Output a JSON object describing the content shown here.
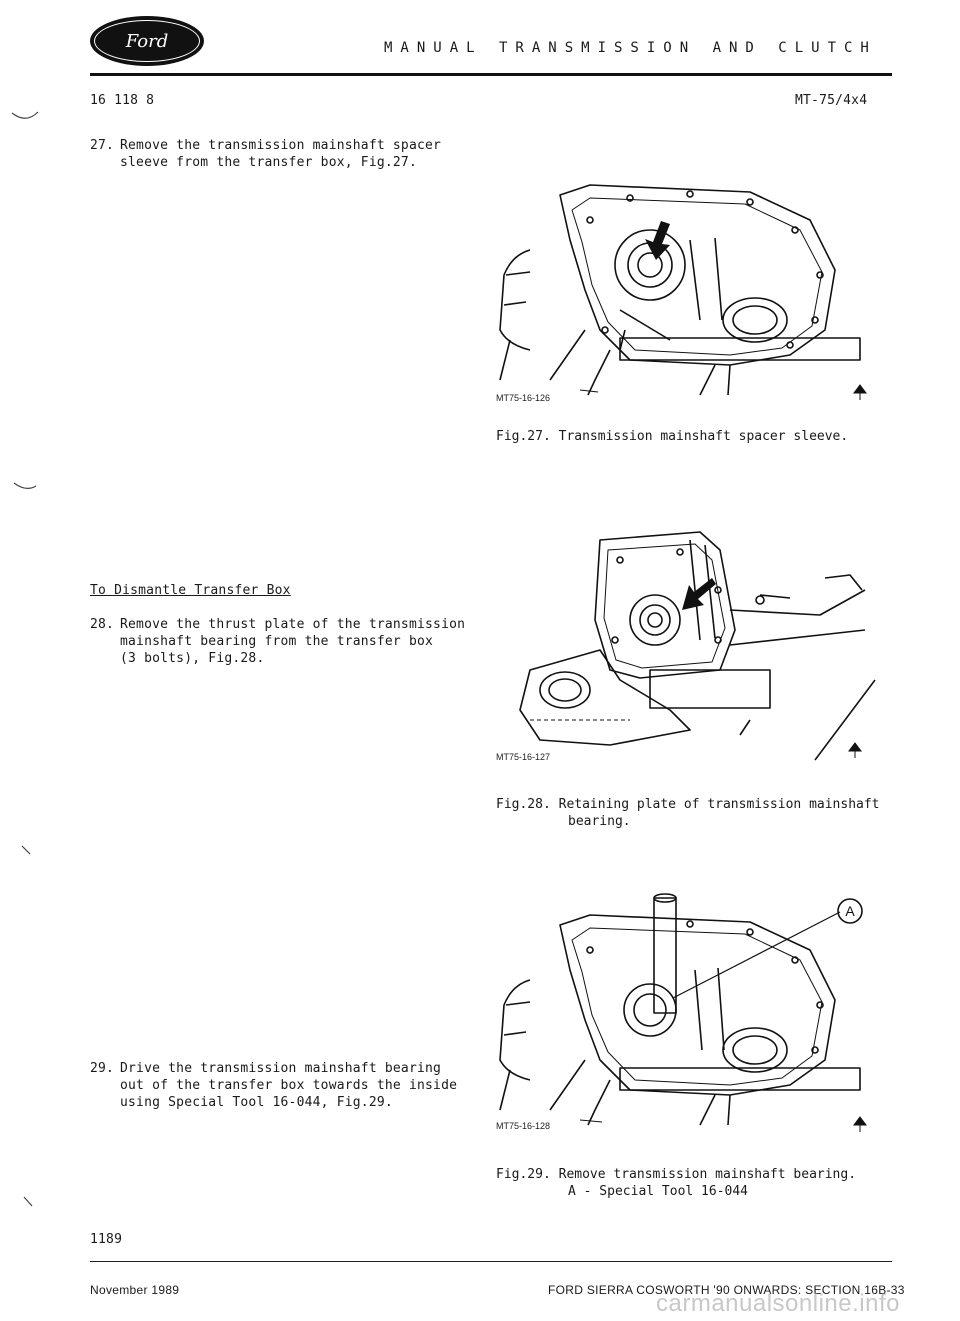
{
  "header": {
    "logo_text": "Ford",
    "title": "MANUAL TRANSMISSION AND CLUTCH",
    "doc_number": "16 118 8",
    "model_code": "MT-75/4x4"
  },
  "steps": [
    {
      "num": "27.",
      "lines": [
        "Remove the transmission mainshaft spacer",
        "sleeve from the transfer box, Fig.27."
      ]
    },
    {
      "num": "28.",
      "lines": [
        "Remove the thrust plate of the transmission",
        "mainshaft bearing from the transfer box",
        "(3 bolts), Fig.28."
      ]
    },
    {
      "num": "29.",
      "lines": [
        "Drive the transmission mainshaft bearing",
        "out of the transfer box towards the inside",
        "using Special Tool 16-044, Fig.29."
      ]
    }
  ],
  "section_heading": "To Dismantle Transfer Box",
  "figures": [
    {
      "code": "MT75-16-126",
      "caption_lines": [
        "Fig.27. Transmission mainshaft spacer sleeve."
      ]
    },
    {
      "code": "MT75-16-127",
      "caption_lines": [
        "Fig.28. Retaining plate of transmission mainshaft",
        "bearing."
      ]
    },
    {
      "code": "MT75-16-128",
      "callout": "A",
      "caption_lines": [
        "Fig.29. Remove transmission mainshaft bearing.",
        "A - Special Tool 16-044"
      ]
    }
  ],
  "page_number": "1189",
  "footer": {
    "date": "November 1989",
    "section": "FORD SIERRA COSWORTH '90 ONWARDS: SECTION 16B-33",
    "watermark": "carmanualsonline.info"
  },
  "colors": {
    "ink": "#1a1a1a",
    "paper": "#ffffff",
    "watermark": "#c8c8c8"
  }
}
